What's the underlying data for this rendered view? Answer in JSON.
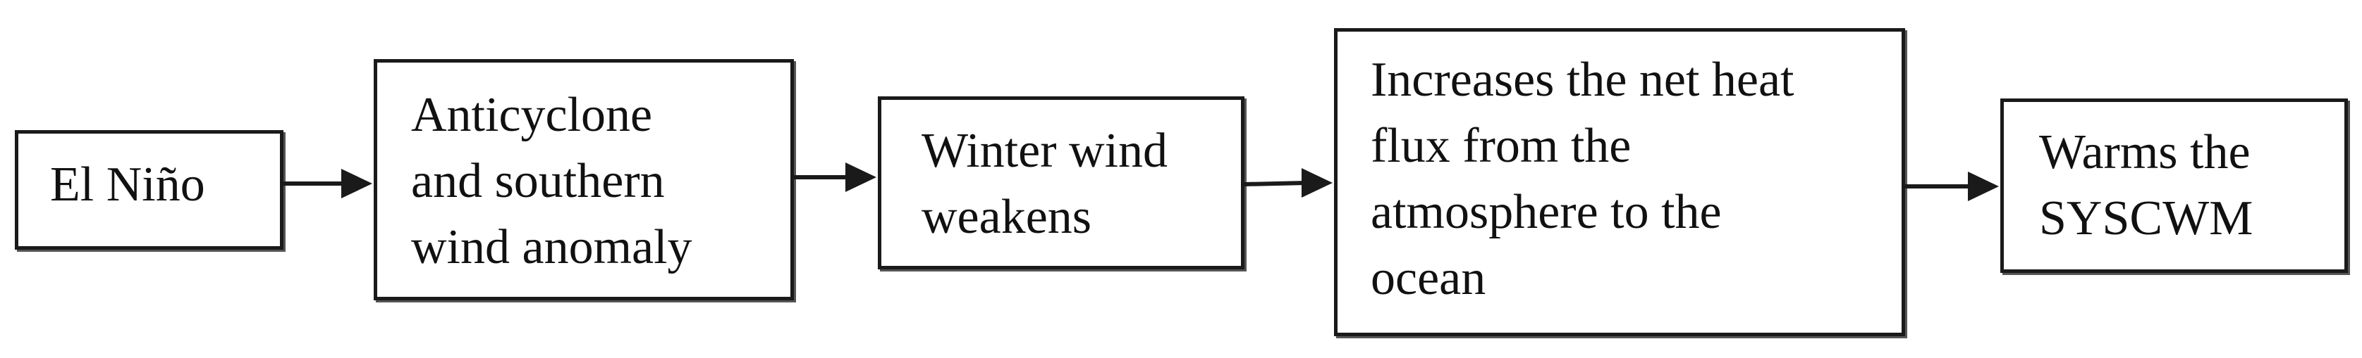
{
  "diagram": {
    "nodes": [
      {
        "id": "el-nino",
        "label": "El Niño"
      },
      {
        "id": "anticyclone",
        "label": "Anticyclone\nand southern\nwind anomaly"
      },
      {
        "id": "winter-wind",
        "label": "Winter wind\nweakens"
      },
      {
        "id": "heat-flux",
        "label": "Increases the net heat\nflux from the\natmosphere to the\nocean"
      },
      {
        "id": "warms",
        "label": "Warms the\nSYSCWM"
      }
    ],
    "edges": [
      {
        "from": "el-nino",
        "to": "anticyclone"
      },
      {
        "from": "anticyclone",
        "to": "winter-wind"
      },
      {
        "from": "winter-wind",
        "to": "heat-flux"
      },
      {
        "from": "heat-flux",
        "to": "warms"
      }
    ]
  }
}
